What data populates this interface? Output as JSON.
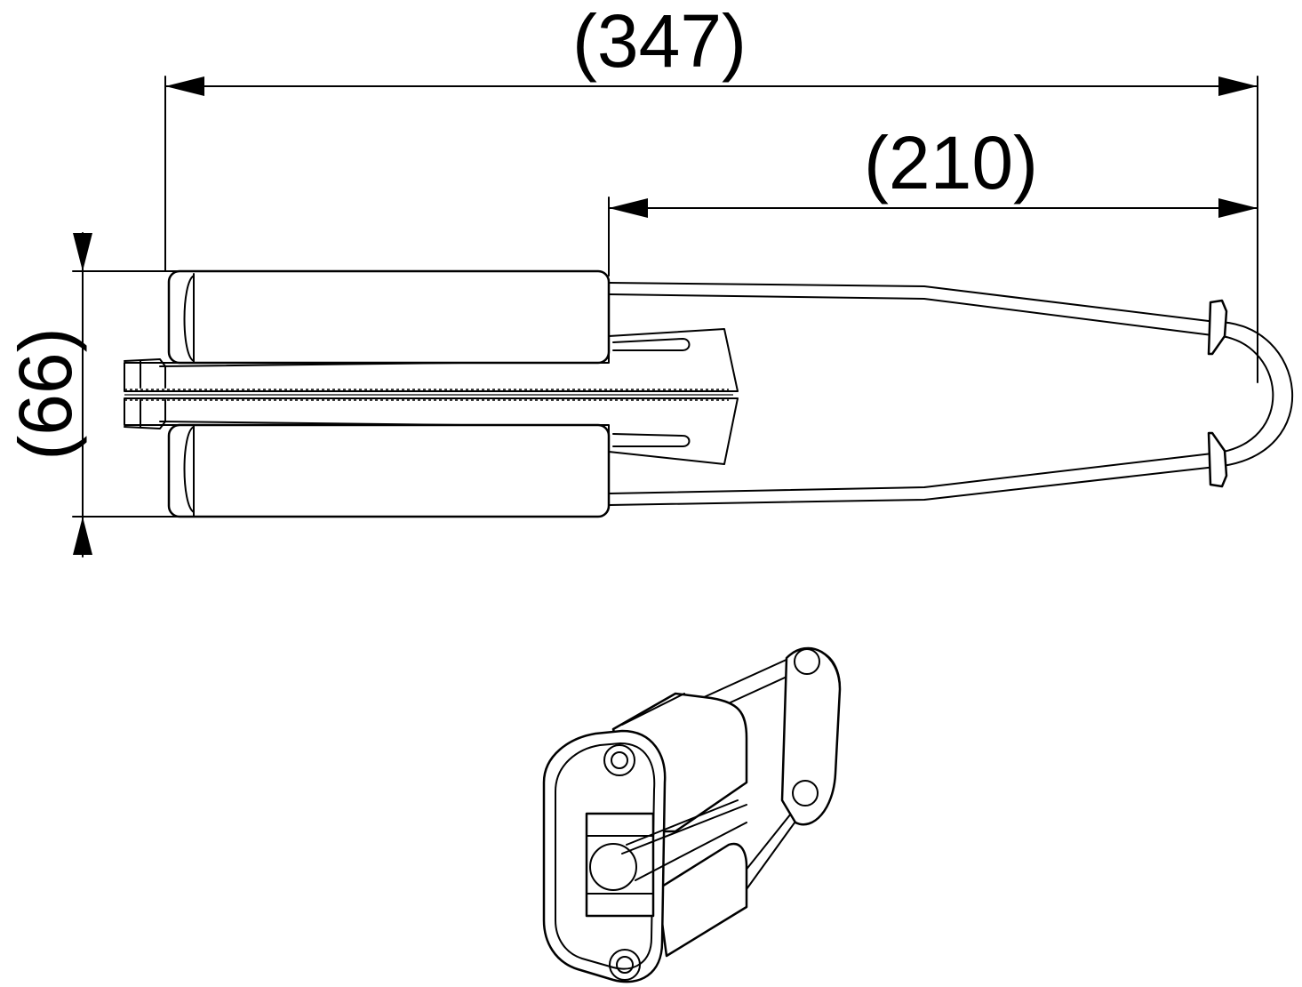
{
  "dimensions": {
    "overall_length": "(347)",
    "body_length": "(210)",
    "height": "(66)"
  }
}
